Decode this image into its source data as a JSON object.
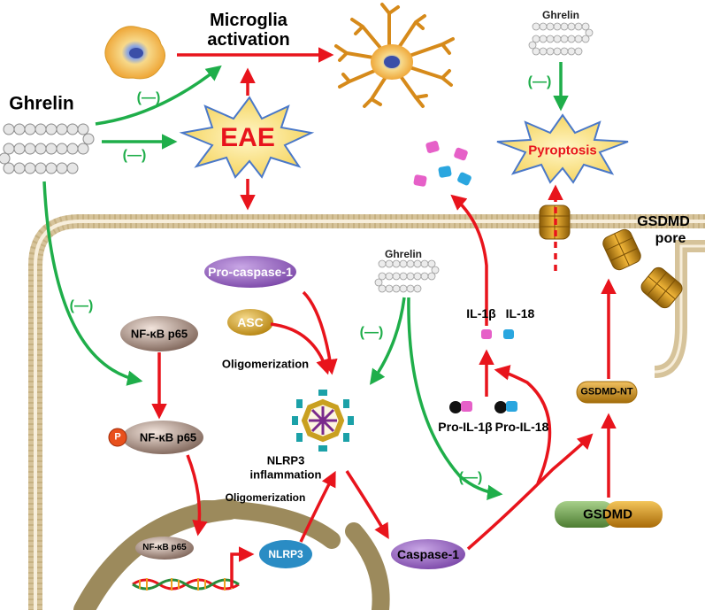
{
  "labels": {
    "microglia_line1": "Microglia",
    "microglia_line2": "activation",
    "ghrelin_main": "Ghrelin",
    "ghrelin_top_right": "Ghrelin",
    "ghrelin_inner": "Ghrelin",
    "eae": "EAE",
    "pyroptosis": "Pyroptosis",
    "gsdmd_pore_line1": "GSDMD",
    "gsdmd_pore_line2": "pore",
    "pro_caspase": "Pro-caspase-1",
    "asc": "ASC",
    "oligomerization_upper": "Oligomerization",
    "oligomerization_lower": "Oligomerization",
    "nfkb_top": "NF-κB p65",
    "nfkb_phos": "NF-κB p65",
    "phospho": "P",
    "nfkb_dna": "NF-κB p65",
    "nlrp3_line1": "NLRP3",
    "nlrp3_line2": "inflammation",
    "nlrp3_node": "NLRP3",
    "caspase1": "Caspase-1",
    "gsdmd_nt": "GSDMD-NT",
    "gsdmd": "GSDMD",
    "il1b": "IL-1β",
    "il18": "IL-18",
    "pro_il1b": "Pro-IL-1β",
    "pro_il18": "Pro-IL-18",
    "inhibit": "(—)"
  },
  "colors": {
    "activation_arrow": "#e8141c",
    "inhibition_arrow": "#1fae4a",
    "eae_text": "#e8141c",
    "pyroptosis_text": "#e8141c",
    "membrane": "#d6c39a",
    "nucleus": "#9c8a5c",
    "caspase": "#8e5fb5",
    "asc": "#c99a1c",
    "nfkb": "#8a7266",
    "gsdmd_pore": "#c99019",
    "il1b_particle": "#e660c8",
    "il18_particle": "#2aa6df"
  },
  "icons": [
    "ghrelin-peptide-chain-icon",
    "microglia-cell-icon",
    "activated-microglia-icon",
    "eae-starburst-icon",
    "pyroptosis-starburst-icon",
    "gsdmd-pore-icon",
    "nlrp3-inflammasome-icon",
    "dna-helix-icon",
    "phosphate-icon"
  ]
}
